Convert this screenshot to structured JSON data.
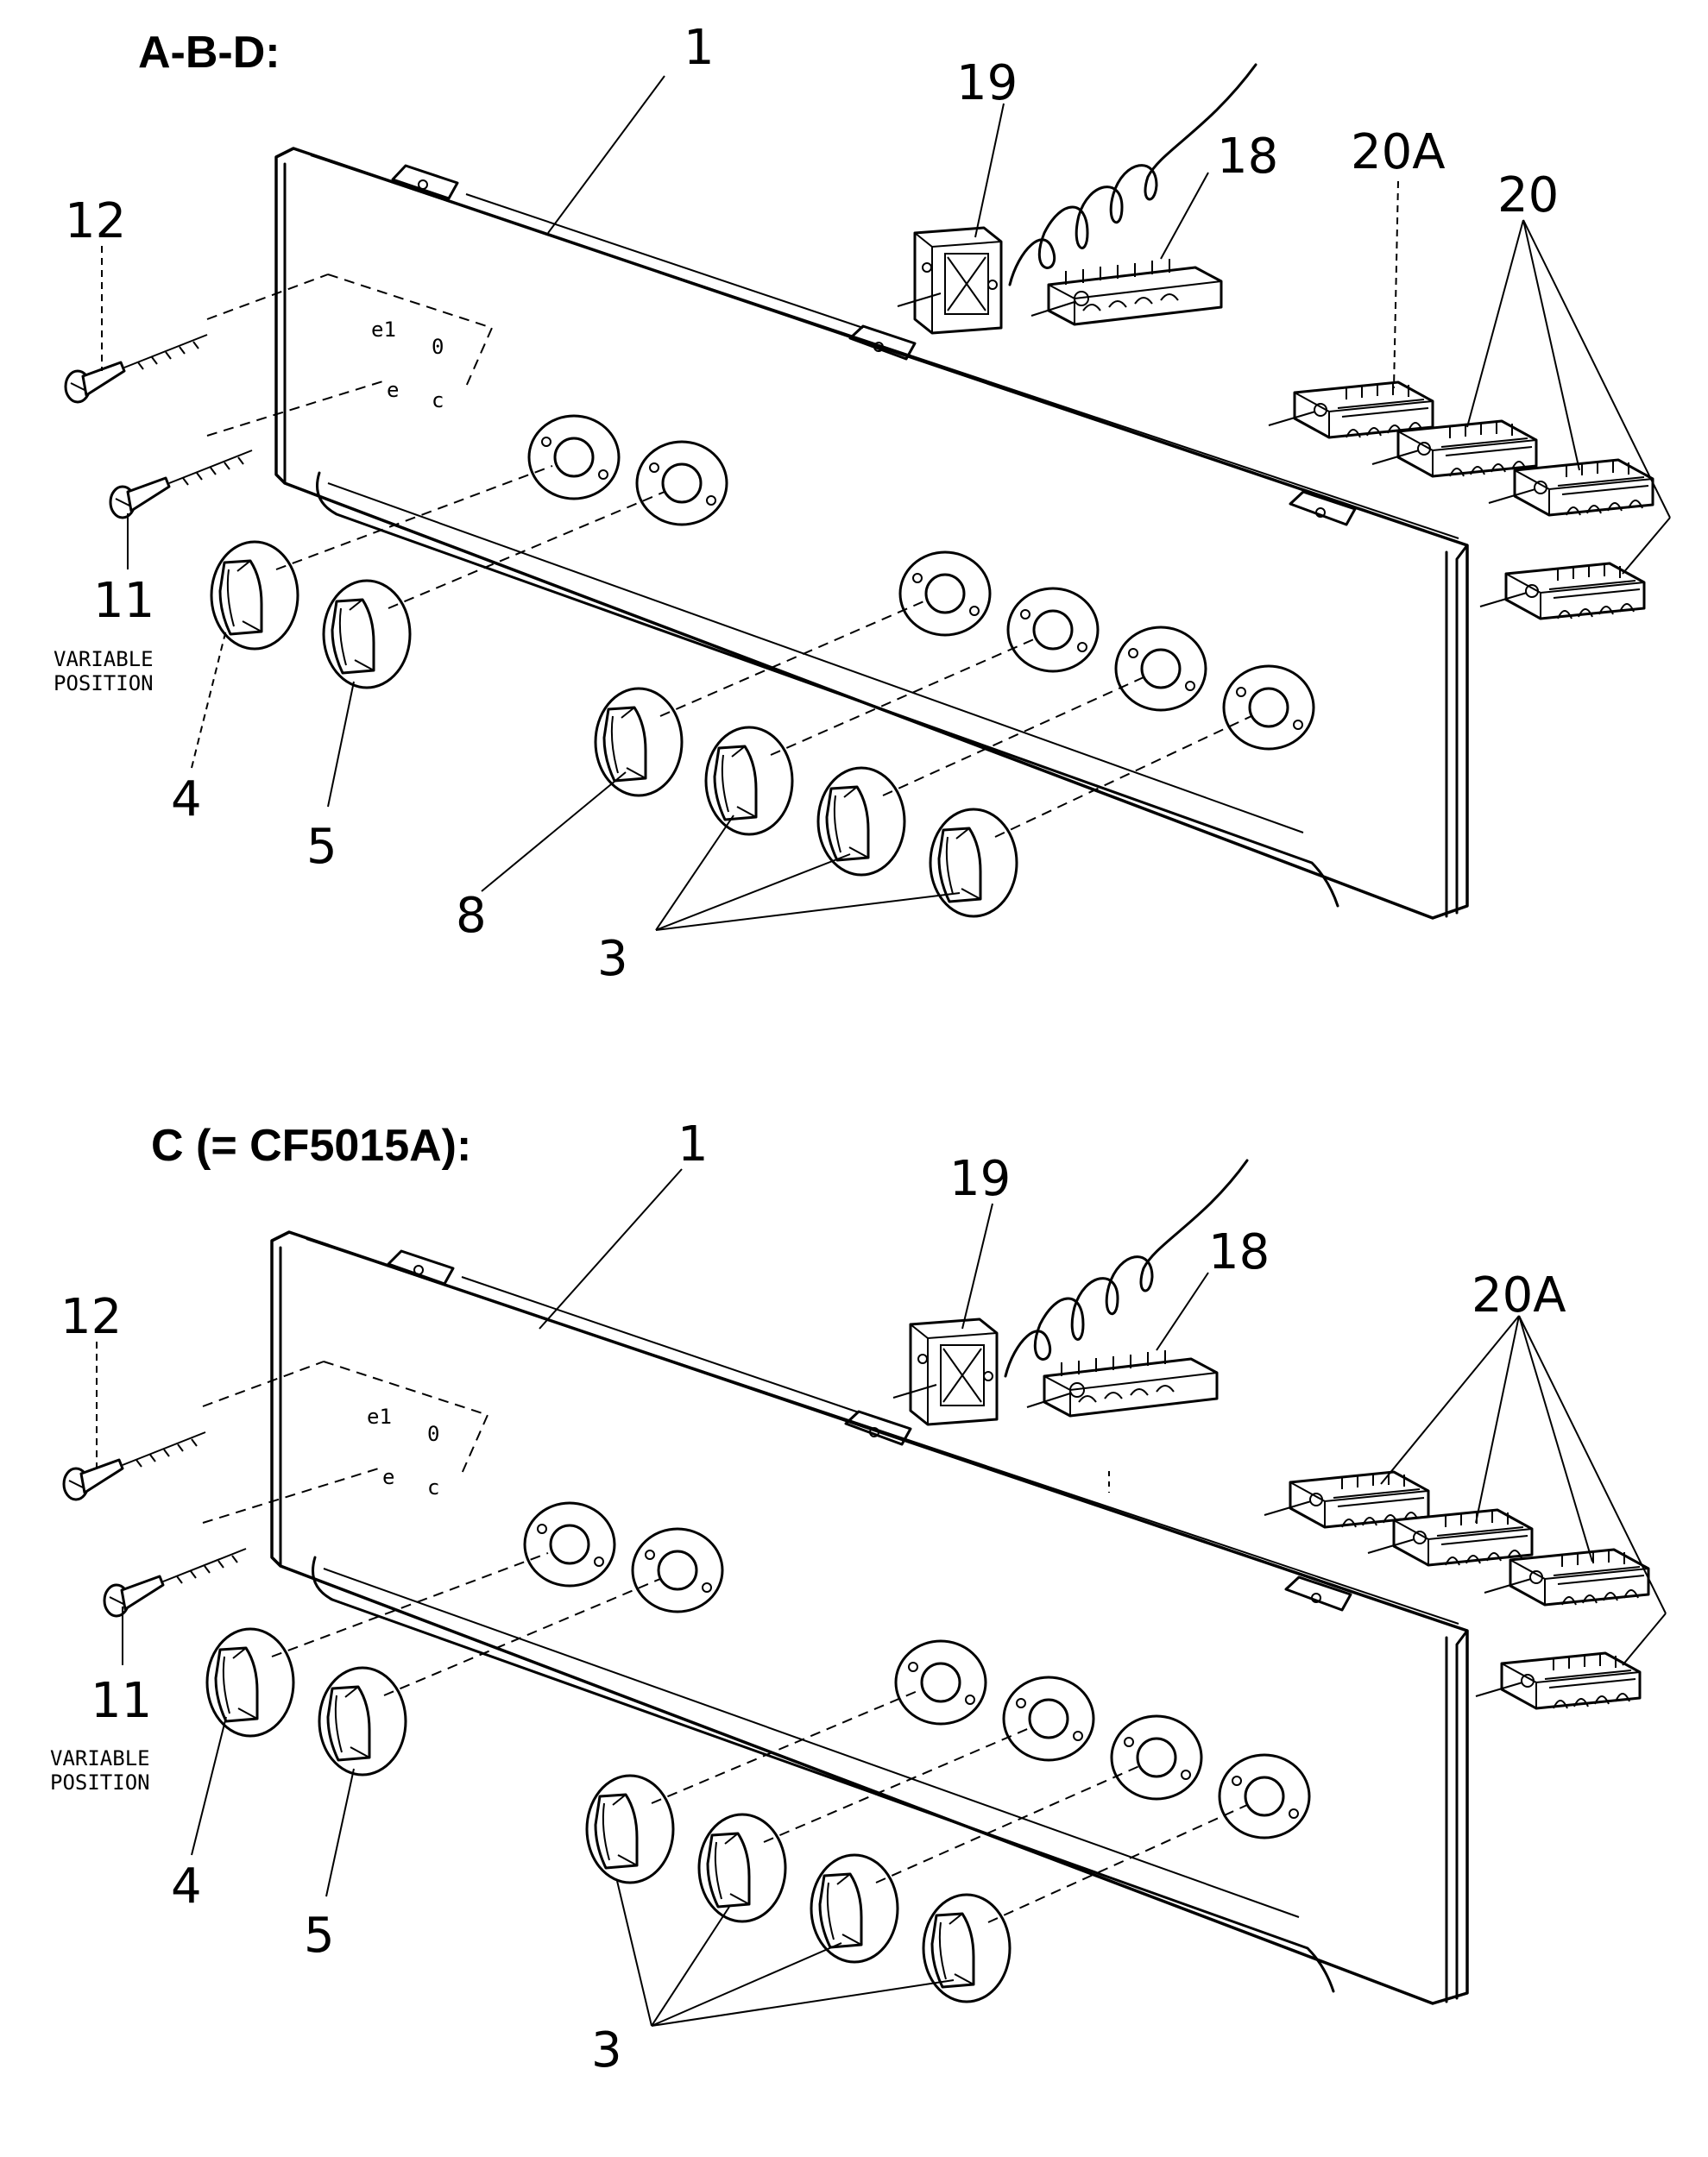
{
  "views": [
    {
      "title": "A-B-D:",
      "callouts": {
        "panel": "1",
        "switch": "19",
        "connector": "18",
        "terminal_block_a": "20A",
        "terminal_block": "20",
        "screw_top": "12",
        "screw_bottom": "11",
        "knob_a": "4",
        "knob_b": "5",
        "knob_c": "8",
        "knob_group": "3"
      },
      "note_line1": "VARIABLE",
      "note_line2": "POSITION"
    },
    {
      "title": "C (= CF5015A):",
      "callouts": {
        "panel": "1",
        "switch": "19",
        "connector": "18",
        "terminal_block_a": "20A",
        "screw_top": "12",
        "screw_bottom": "11",
        "knob_a": "4",
        "knob_b": "5",
        "knob_group": "3"
      },
      "note_line1": "VARIABLE",
      "note_line2": "POSITION"
    }
  ]
}
